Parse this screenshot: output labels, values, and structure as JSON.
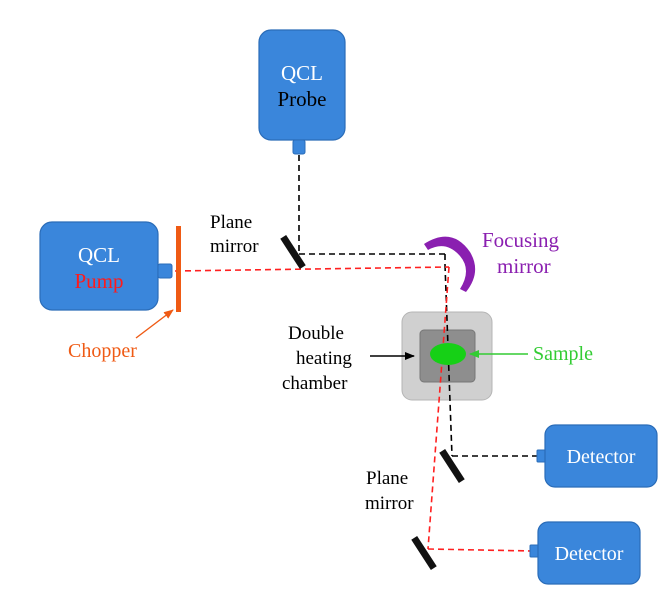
{
  "colors": {
    "box_fill": "#3a86db",
    "box_stroke": "#2a6cb8",
    "probe_beam": "#000000",
    "pump_beam": "#ff2020",
    "chopper": "#ef5a14",
    "chopper_label": "#ef5a14",
    "focusing_mirror": "#8a1fb0",
    "focusing_label": "#8a1fb0",
    "sample": "#16d016",
    "sample_label": "#33cc33",
    "chamber_outer": "#d0d0d0",
    "chamber_inner": "#8e8e8e",
    "mirror": "#111111",
    "pump_text": "#ff1a1a",
    "box_text": "#ffffff"
  },
  "components": {
    "qcl_probe": {
      "line1": "QCL",
      "line2": "Probe"
    },
    "qcl_pump": {
      "line1": "QCL",
      "line2": "Pump"
    },
    "detector_upper": {
      "label": "Detector"
    },
    "detector_lower": {
      "label": "Detector"
    }
  },
  "labels": {
    "plane_mirror_top": {
      "line1": "Plane",
      "line2": "mirror"
    },
    "plane_mirror_bottom": {
      "line1": "Plane",
      "line2": "mirror"
    },
    "focusing_mirror": {
      "line1": "Focusing",
      "line2": "mirror"
    },
    "chopper": "Chopper",
    "chamber": {
      "line1": "Double",
      "line2": "heating",
      "line3": "chamber"
    },
    "sample": "Sample"
  }
}
